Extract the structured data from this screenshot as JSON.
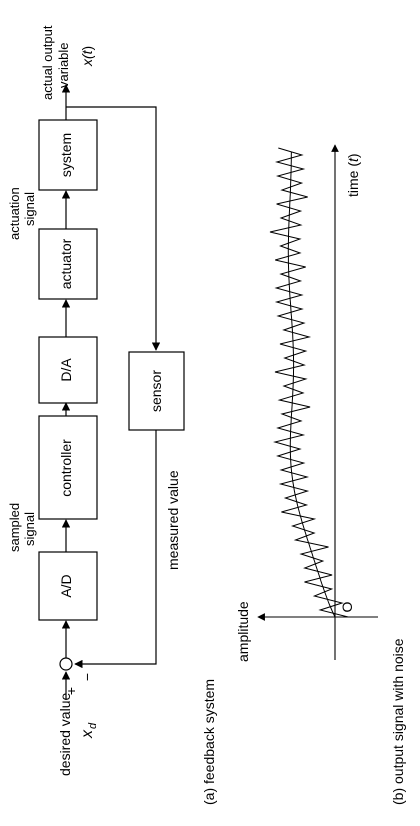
{
  "feedback": {
    "blocks": {
      "ad": "A/D",
      "controller": "controller",
      "da": "D/A",
      "actuator": "actuator",
      "system": "system",
      "sensor": "sensor"
    },
    "labels": {
      "desired_value": "desired value",
      "x_d": "x",
      "x_d_sub": "d",
      "plus": "+",
      "minus": "−",
      "sampled": "sampled",
      "signal1": "signal",
      "actuation": "actuation",
      "signal2": "signal",
      "actual_output": "actual output",
      "variable": "variable",
      "x_t": "x(",
      "x_t_italic": "t",
      "x_t_close": ")",
      "measured": "measured value"
    },
    "caption": "(a) feedback system"
  },
  "output_plot": {
    "amplitude": "amplitude",
    "time": "time (",
    "time_italic": "t",
    "time_close": ")",
    "origin": "O",
    "caption": "(b) output signal with noise"
  }
}
